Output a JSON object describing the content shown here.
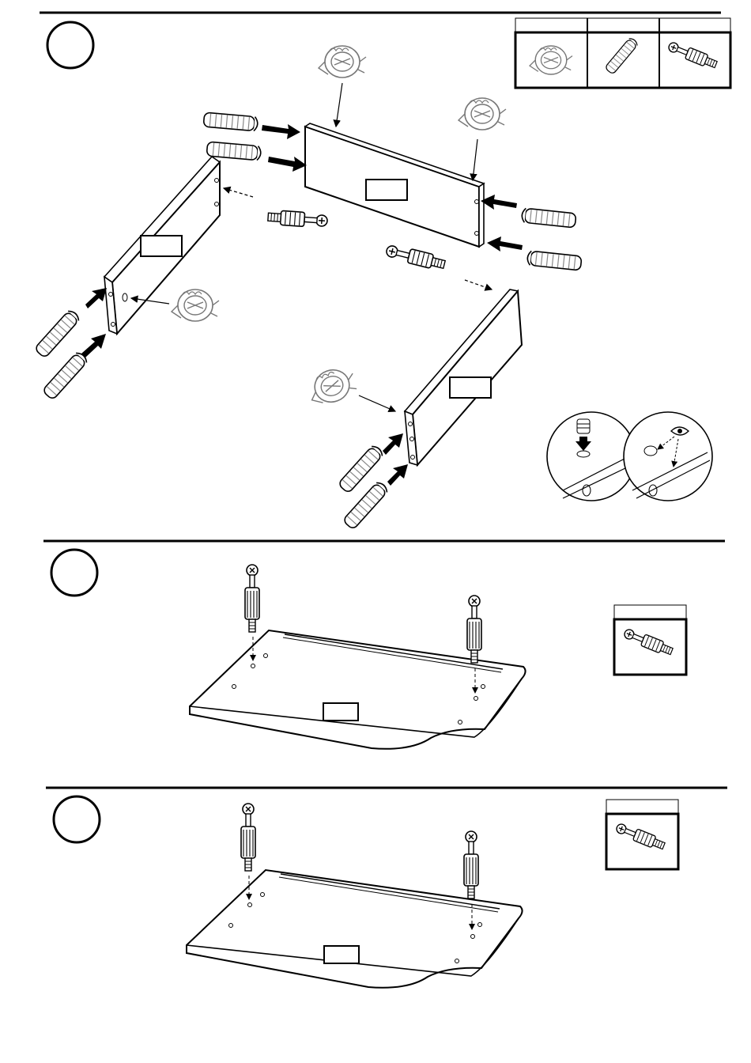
{
  "document": {
    "type": "furniture assembly instructions",
    "steps": [
      {
        "step_number": "",
        "parts_box": [
          "cam-lock-icon",
          "wooden-dowel-icon",
          "cam-bolt-icon"
        ],
        "panel_labels": [
          "",
          "",
          "",
          ""
        ],
        "detail_callouts": [
          "insert-cam-lock-detail",
          "check-alignment-detail"
        ]
      },
      {
        "step_number": "",
        "parts_box": [
          "cam-bolt-icon"
        ],
        "panel_labels": [
          ""
        ]
      },
      {
        "step_number": "",
        "parts_box": [
          "cam-bolt-icon"
        ],
        "panel_labels": [
          ""
        ]
      }
    ]
  },
  "colors": {
    "line": "#000000",
    "paper": "#ffffff",
    "part_grey": "#777777"
  }
}
